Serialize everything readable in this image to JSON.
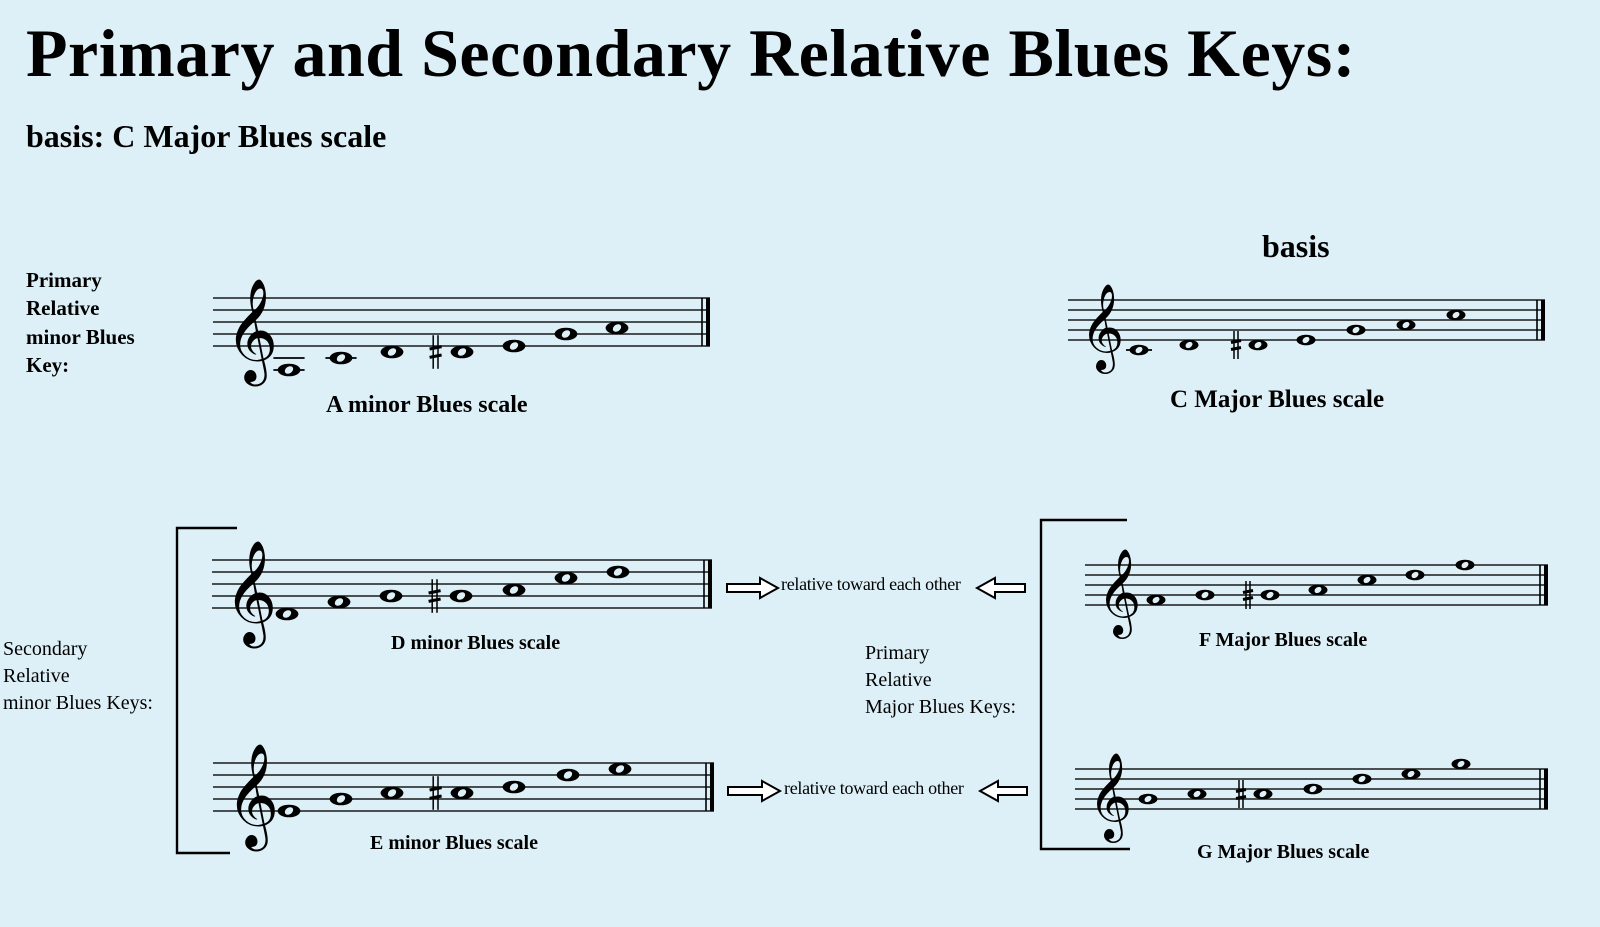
{
  "title": "Primary and Secondary Relative Blues Keys:",
  "subtitle": "basis: C Major Blues scale",
  "basis_label": "basis",
  "primary_minor_label": [
    "Primary",
    "Relative",
    "minor Blues",
    "Key:"
  ],
  "secondary_minor_label": [
    "Secondary",
    "Relative",
    "minor Blues Keys:"
  ],
  "primary_major_label": [
    "Primary",
    "Relative",
    "Major Blues Keys:"
  ],
  "relation_text": "relative toward each other",
  "scales": {
    "a_minor": "A minor Blues scale",
    "c_major": "C Major Blues scale",
    "d_minor": "D minor Blues scale",
    "e_minor": "E minor Blues scale",
    "f_major": "F Major Blues scale",
    "g_major": "G Major Blues scale"
  },
  "icons": {
    "clef": "treble-clef-icon",
    "arrow_right": "arrow-right-icon",
    "arrow_left": "arrow-left-icon",
    "bracket": "bracket-icon"
  },
  "colors": {
    "background": "#ddf0f7",
    "ink": "#000000"
  }
}
